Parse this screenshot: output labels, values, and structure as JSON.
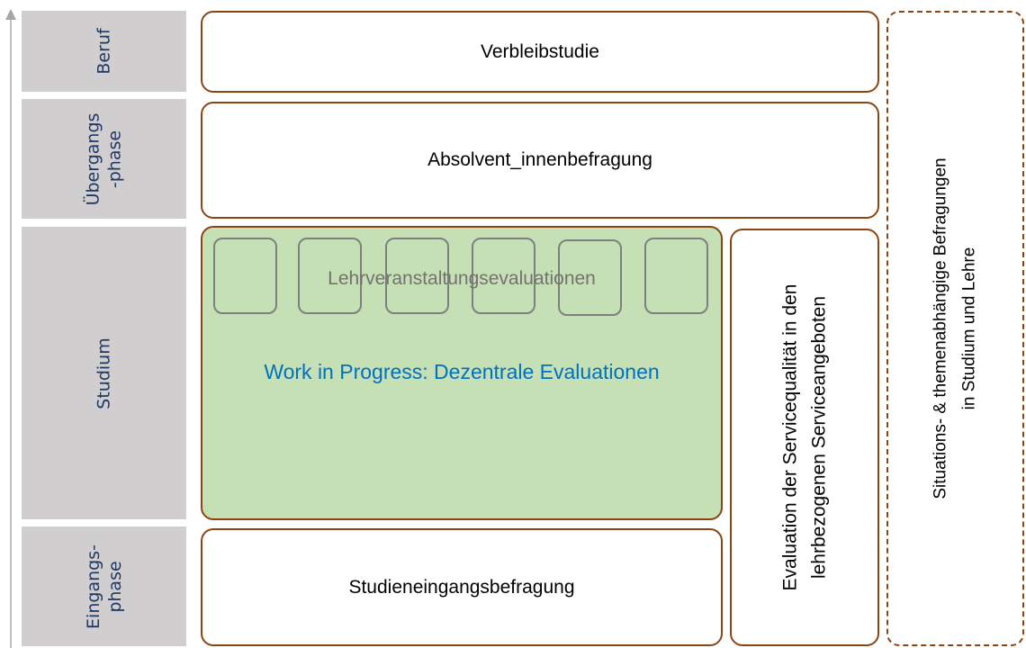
{
  "phases": [
    {
      "label": "Beruf"
    },
    {
      "label": "Übergangs\n-phase"
    },
    {
      "label": "Studium"
    },
    {
      "label": "Eingangs-\nphase"
    }
  ],
  "boxes": {
    "verbleib": "Verbleibstudie",
    "absolvent": "Absolvent_innenbefragung",
    "lehrveranstaltung": "Lehrveranstaltungsevaluationen",
    "wip": "Work in Progress: Dezentrale Evaluationen",
    "eingang": "Studieneingangsbefragung",
    "service": "Evaluation der Servicequalität in den\nlehrbezogenen Serviceangeboten",
    "situation": "Situations- & themenabhängige Befragungen\nin Studium und Lehre"
  },
  "colors": {
    "border": "#8b4513",
    "green": "#c5e0b4",
    "phase": "#d0cece",
    "wip_text": "#0070c0",
    "phase_text": "#1f3864"
  }
}
